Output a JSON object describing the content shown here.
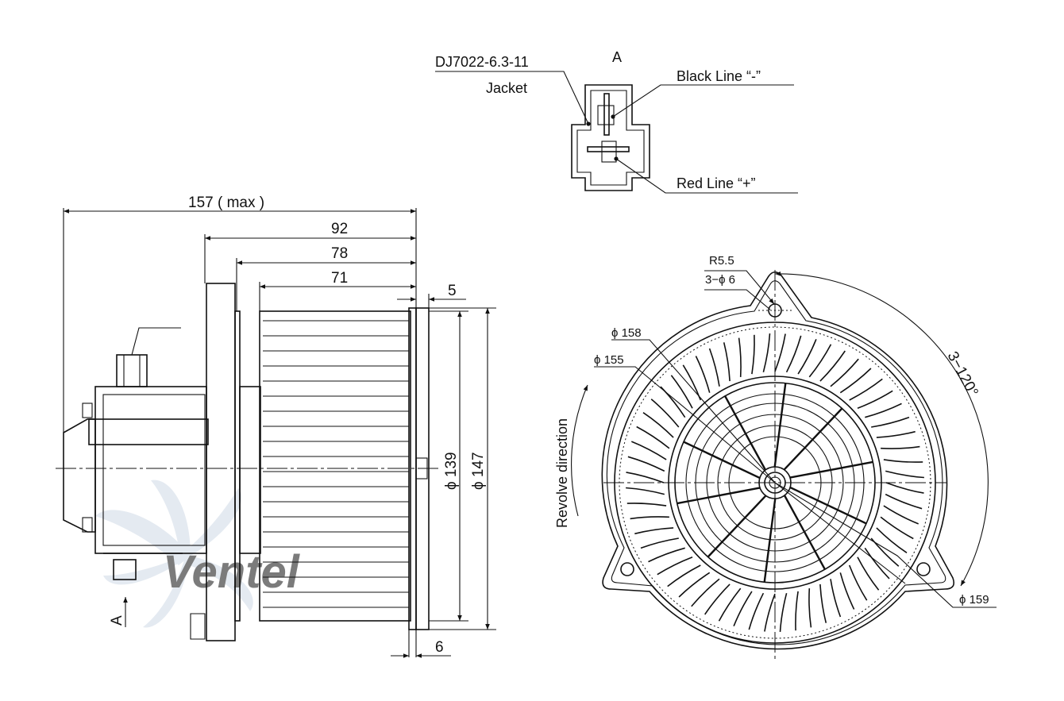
{
  "connector": {
    "view_label": "A",
    "part_number": "DJ7022-6.3-11",
    "jacket_label": "Jacket",
    "black_line_label": "Black Line “-”",
    "red_line_label": "Red Line “+”"
  },
  "side_view": {
    "dim_overall": "157 ( max )",
    "dim_92": "92",
    "dim_78": "78",
    "dim_71": "71",
    "dim_5": "5",
    "dim_6": "6",
    "dim_dia139": "ϕ 139",
    "dim_dia147": "ϕ 147",
    "view_arrow_label": "A"
  },
  "front_view": {
    "r55": "R5.5",
    "holes": "3−ϕ 6",
    "dia158": "ϕ 158",
    "dia155": "ϕ 155",
    "dia159": "ϕ 159",
    "angle": "3−120°",
    "revolve": "Revolve direction"
  },
  "watermark": {
    "text": "Ventel"
  },
  "colors": {
    "line": "#111111",
    "watermark": "#c8d4e3",
    "background": "#ffffff"
  }
}
